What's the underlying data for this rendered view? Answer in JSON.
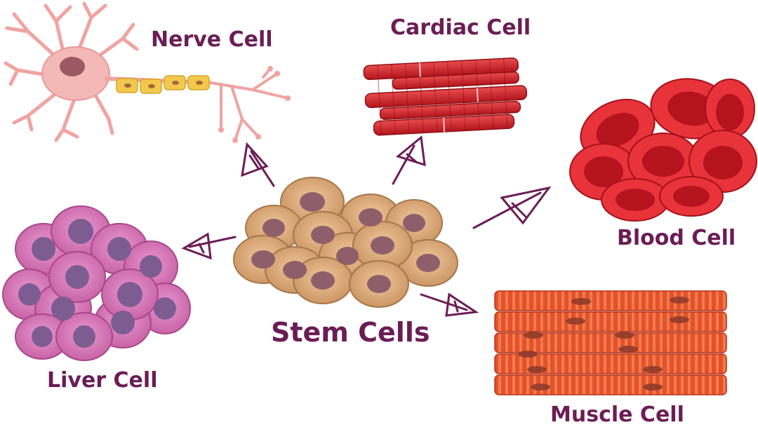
{
  "diagram": {
    "center": {
      "label": "Stem Cells"
    },
    "targets": [
      {
        "id": "nerve",
        "label": "Nerve Cell"
      },
      {
        "id": "cardiac",
        "label": "Cardiac Cell"
      },
      {
        "id": "blood",
        "label": "Blood Cell"
      },
      {
        "id": "liver",
        "label": "Liver Cell"
      },
      {
        "id": "muscle",
        "label": "Muscle Cell"
      }
    ]
  },
  "colors": {
    "label": "#6b1d55",
    "arrow": "#6b1d55",
    "stem_fill": "#d8a97a",
    "stem_nucleus": "#8e5f6b",
    "liver_fill": "#d977b6",
    "liver_nucleus": "#7d5c92",
    "blood_fill": "#d9202a",
    "cardiac_fill": "#d62a2a",
    "muscle_fill": "#e4512d",
    "nerve_fill": "#f4b8b6",
    "myelin": "#f2c94c"
  }
}
